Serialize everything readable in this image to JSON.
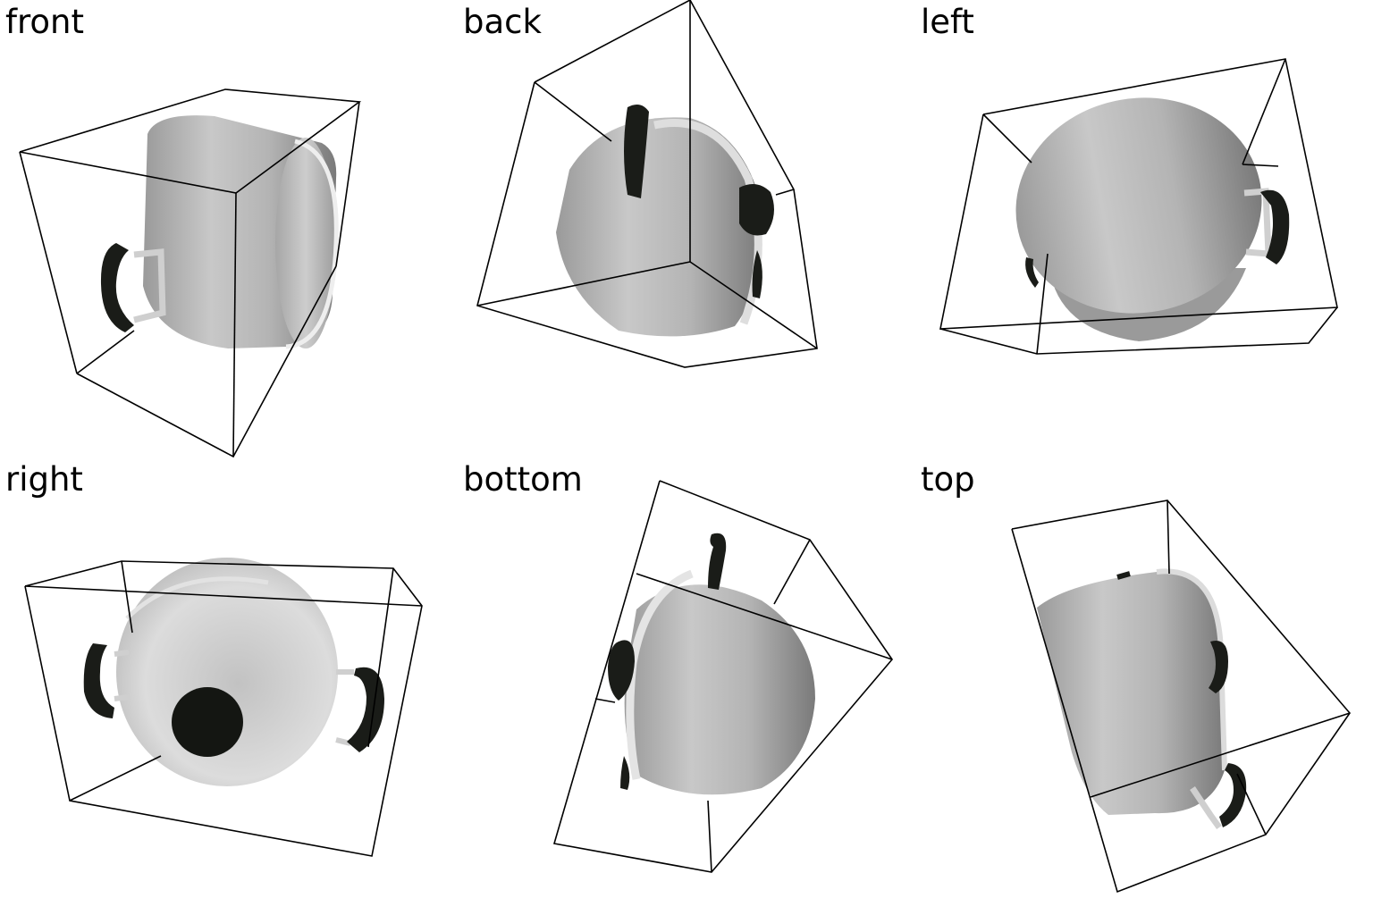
{
  "views": [
    {
      "label": "front"
    },
    {
      "label": "back"
    },
    {
      "label": "left"
    },
    {
      "label": "right"
    },
    {
      "label": "bottom"
    },
    {
      "label": "top"
    }
  ],
  "colors": {
    "background": "#ffffff",
    "box_edge": "#000000",
    "pot_light": "#d9d9d9",
    "pot_mid": "#a8a8a8",
    "pot_dark": "#808080",
    "handle": "#1a1c18",
    "bracket": "#cfcfcf"
  },
  "icons": {
    "object": "cooking-pot-render",
    "frame": "bounding-box-wireframe"
  }
}
